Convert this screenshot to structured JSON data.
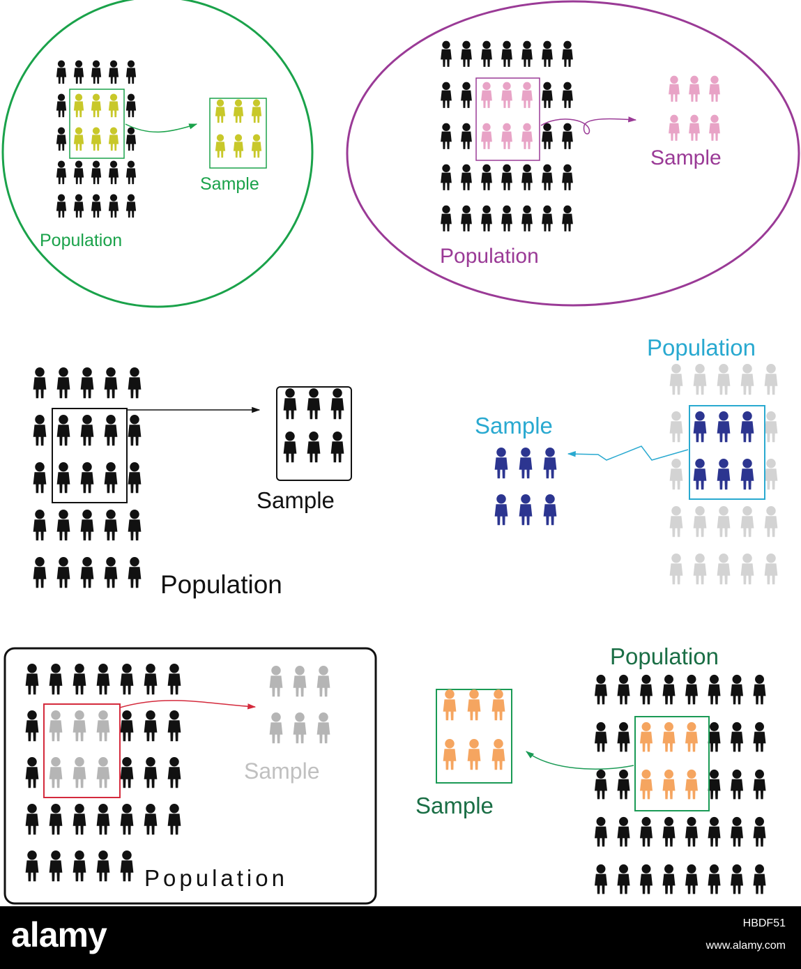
{
  "diagrams": [
    {
      "id": "d1",
      "population_label": "Population",
      "sample_label": "Sample",
      "accent": "#1aa24a",
      "sample_color": "#c8c82a",
      "person_color": "#111111",
      "enclosure": "circle"
    },
    {
      "id": "d2",
      "population_label": "Population",
      "sample_label": "Sample",
      "accent": "#9a3a96",
      "sample_color": "#e8a3c6",
      "person_color": "#111111",
      "enclosure": "ellipse"
    },
    {
      "id": "d3",
      "population_label": "Population",
      "sample_label": "Sample",
      "accent": "#111111",
      "sample_color": "#111111",
      "person_color": "#111111",
      "enclosure": "none"
    },
    {
      "id": "d4",
      "population_label": "Population",
      "sample_label": "Sample",
      "accent": "#29a9d0",
      "sample_color": "#2c3590",
      "person_color": "#d3d3d3",
      "enclosure": "none"
    },
    {
      "id": "d5",
      "population_label": "Population",
      "sample_label": "Sample",
      "accent": "#d42a3c",
      "sample_color": "#b5b5b5",
      "person_color": "#111111",
      "enclosure": "rounded-rect",
      "sample_text_color": "#c0c0c0"
    },
    {
      "id": "d6",
      "population_label": "Population",
      "sample_label": "Sample",
      "accent": "#1a9a55",
      "sample_color": "#f5a560",
      "person_color": "#111111",
      "enclosure": "none",
      "text_color": "#1a6e45"
    }
  ],
  "watermark": {
    "brand": "alamy",
    "image_id": "HBDF51",
    "site": "www.alamy.com"
  }
}
